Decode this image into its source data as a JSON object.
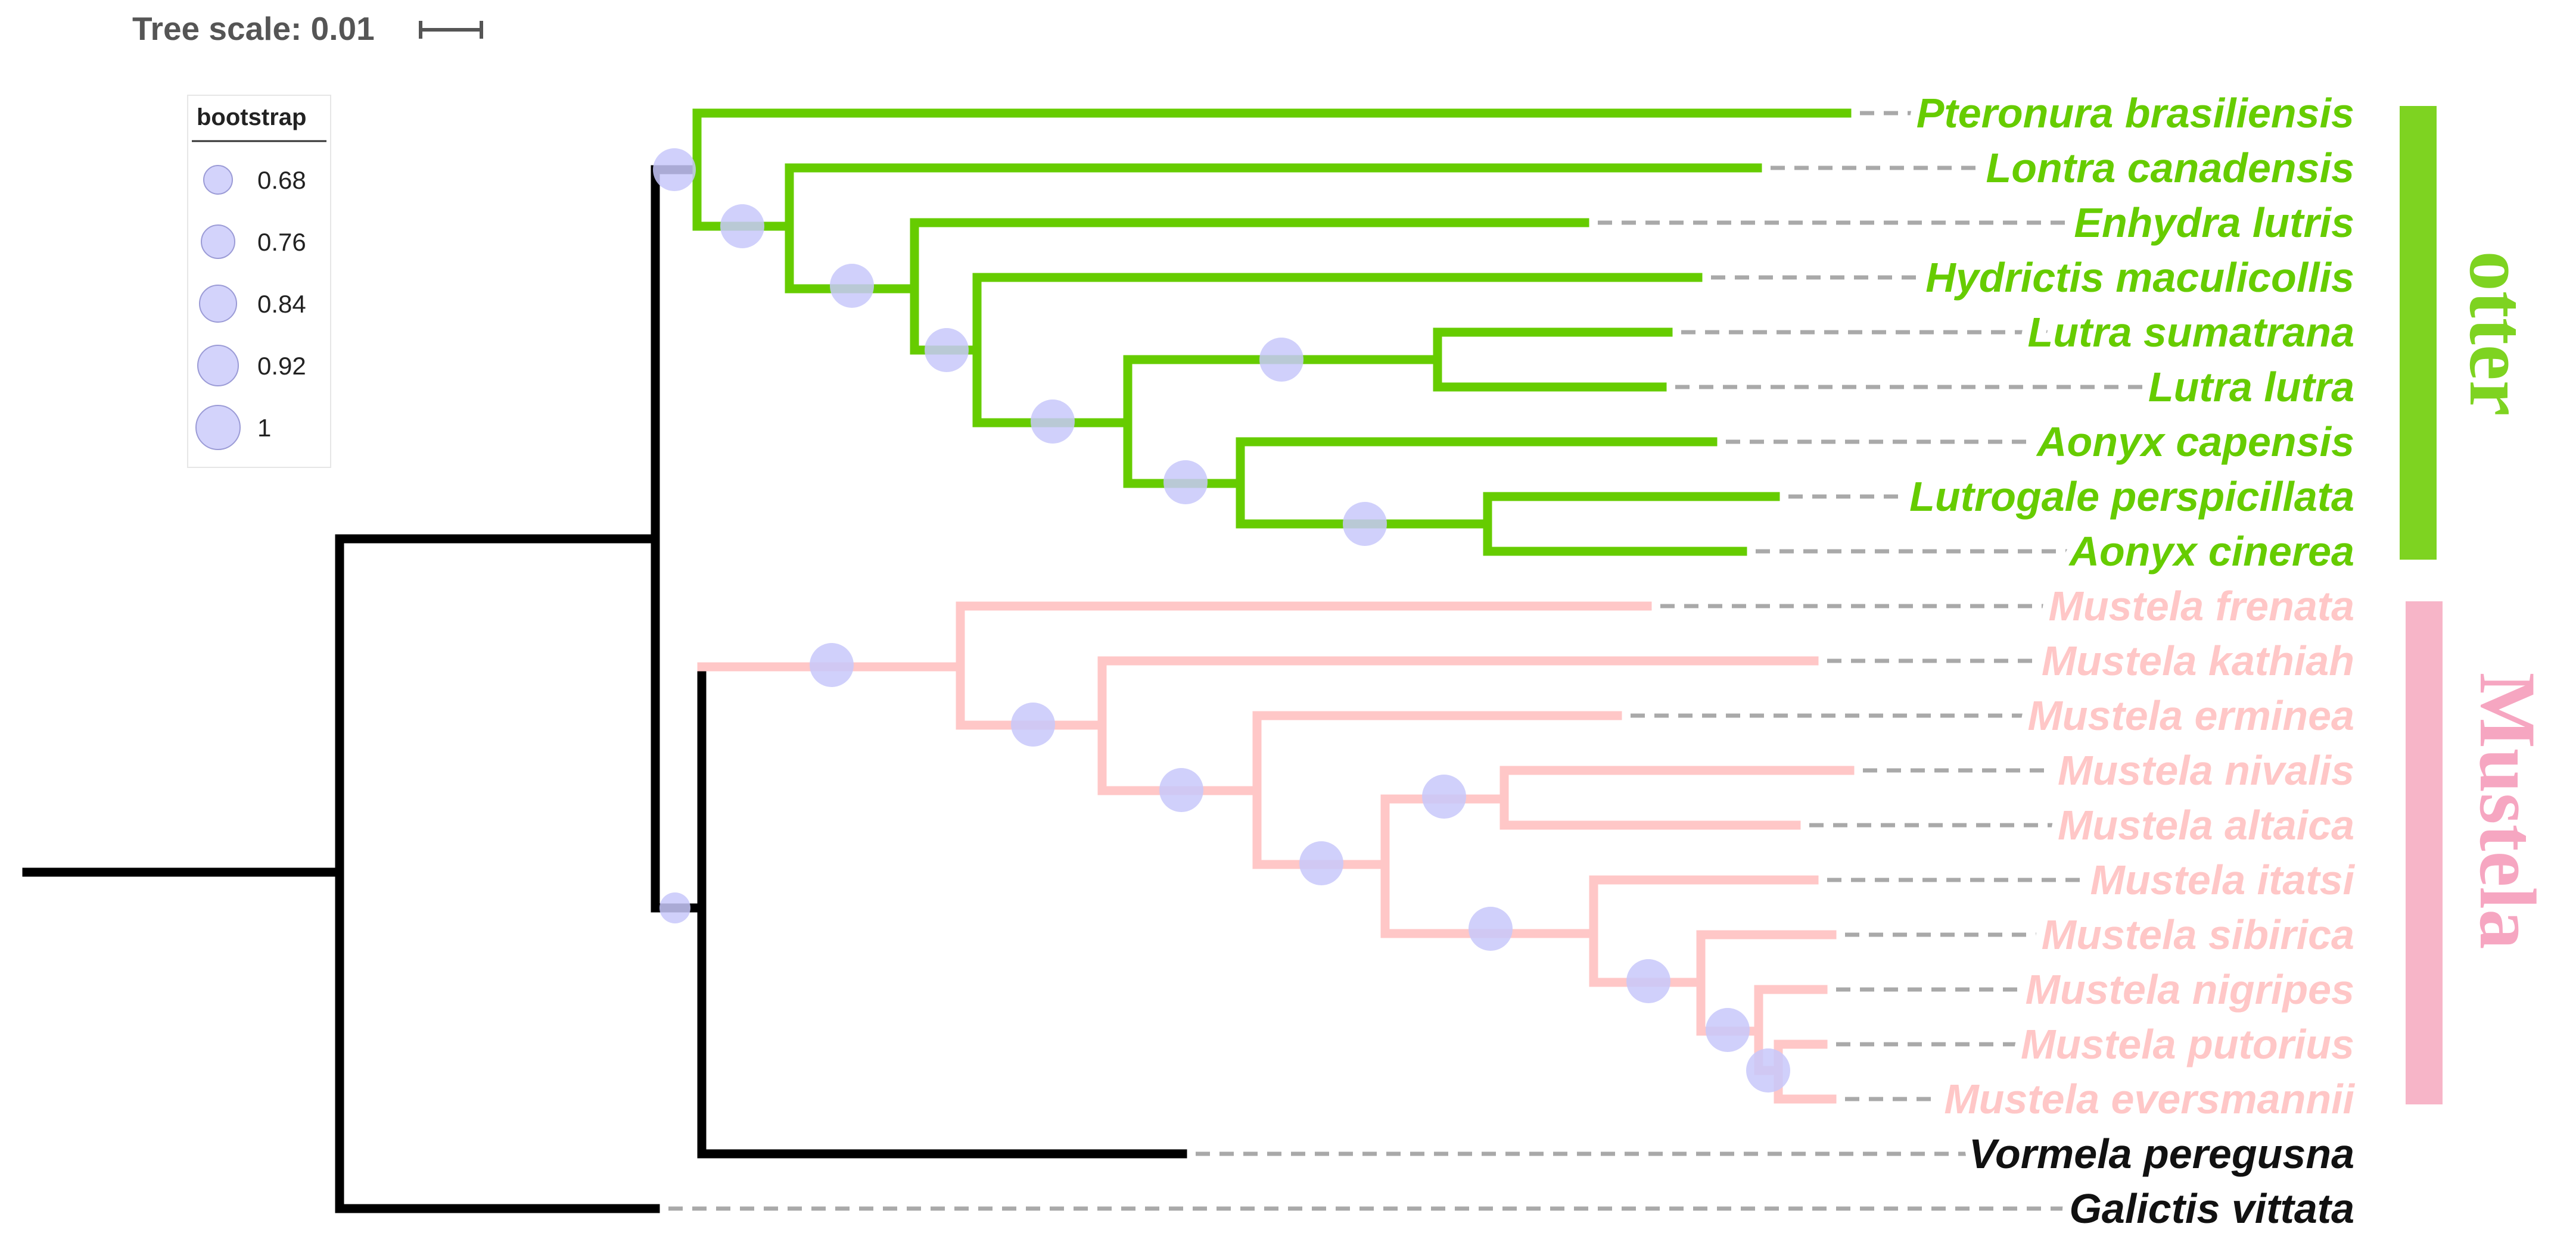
{
  "tree_scale": {
    "label": "Tree scale: 0.01"
  },
  "legend": {
    "title": "bootstrap",
    "values": [
      "0.68",
      "0.76",
      "0.84",
      "0.92",
      "1"
    ],
    "bubble_color": "#d3d3fb"
  },
  "colors": {
    "otter": "#66cc00",
    "mustela": "#ffc7c7",
    "outgroup": "#000000",
    "leader": "#a9a9a9",
    "bubble": "#c8c8fa",
    "otter_strip": "#7ed321",
    "mustela_strip": "#f7b5c8",
    "mustela_label": "#f6a6c1"
  },
  "clades": {
    "otter": "otter",
    "mustela": "Mustela"
  },
  "taxa": [
    {
      "name": "Pteronura brasiliensis",
      "clade": "otter"
    },
    {
      "name": "Lontra canadensis",
      "clade": "otter"
    },
    {
      "name": "Enhydra lutris",
      "clade": "otter"
    },
    {
      "name": "Hydrictis maculicollis",
      "clade": "otter"
    },
    {
      "name": "Lutra sumatrana",
      "clade": "otter"
    },
    {
      "name": "Lutra lutra",
      "clade": "otter"
    },
    {
      "name": "Aonyx capensis",
      "clade": "otter"
    },
    {
      "name": "Lutrogale perspicillata",
      "clade": "otter"
    },
    {
      "name": "Aonyx cinerea",
      "clade": "otter"
    },
    {
      "name": "Mustela frenata",
      "clade": "mustela"
    },
    {
      "name": "Mustela kathiah",
      "clade": "mustela"
    },
    {
      "name": "Mustela erminea",
      "clade": "mustela"
    },
    {
      "name": "Mustela nivalis",
      "clade": "mustela"
    },
    {
      "name": "Mustela altaica",
      "clade": "mustela"
    },
    {
      "name": "Mustela itatsi",
      "clade": "mustela"
    },
    {
      "name": "Mustela sibirica",
      "clade": "mustela"
    },
    {
      "name": "Mustela nigripes",
      "clade": "mustela"
    },
    {
      "name": "Mustela putorius",
      "clade": "mustela"
    },
    {
      "name": "Mustela eversmannii",
      "clade": "mustela"
    },
    {
      "name": "Vormela peregusna",
      "clade": "outgroup"
    },
    {
      "name": "Galictis vittata",
      "clade": "outgroup"
    }
  ]
}
